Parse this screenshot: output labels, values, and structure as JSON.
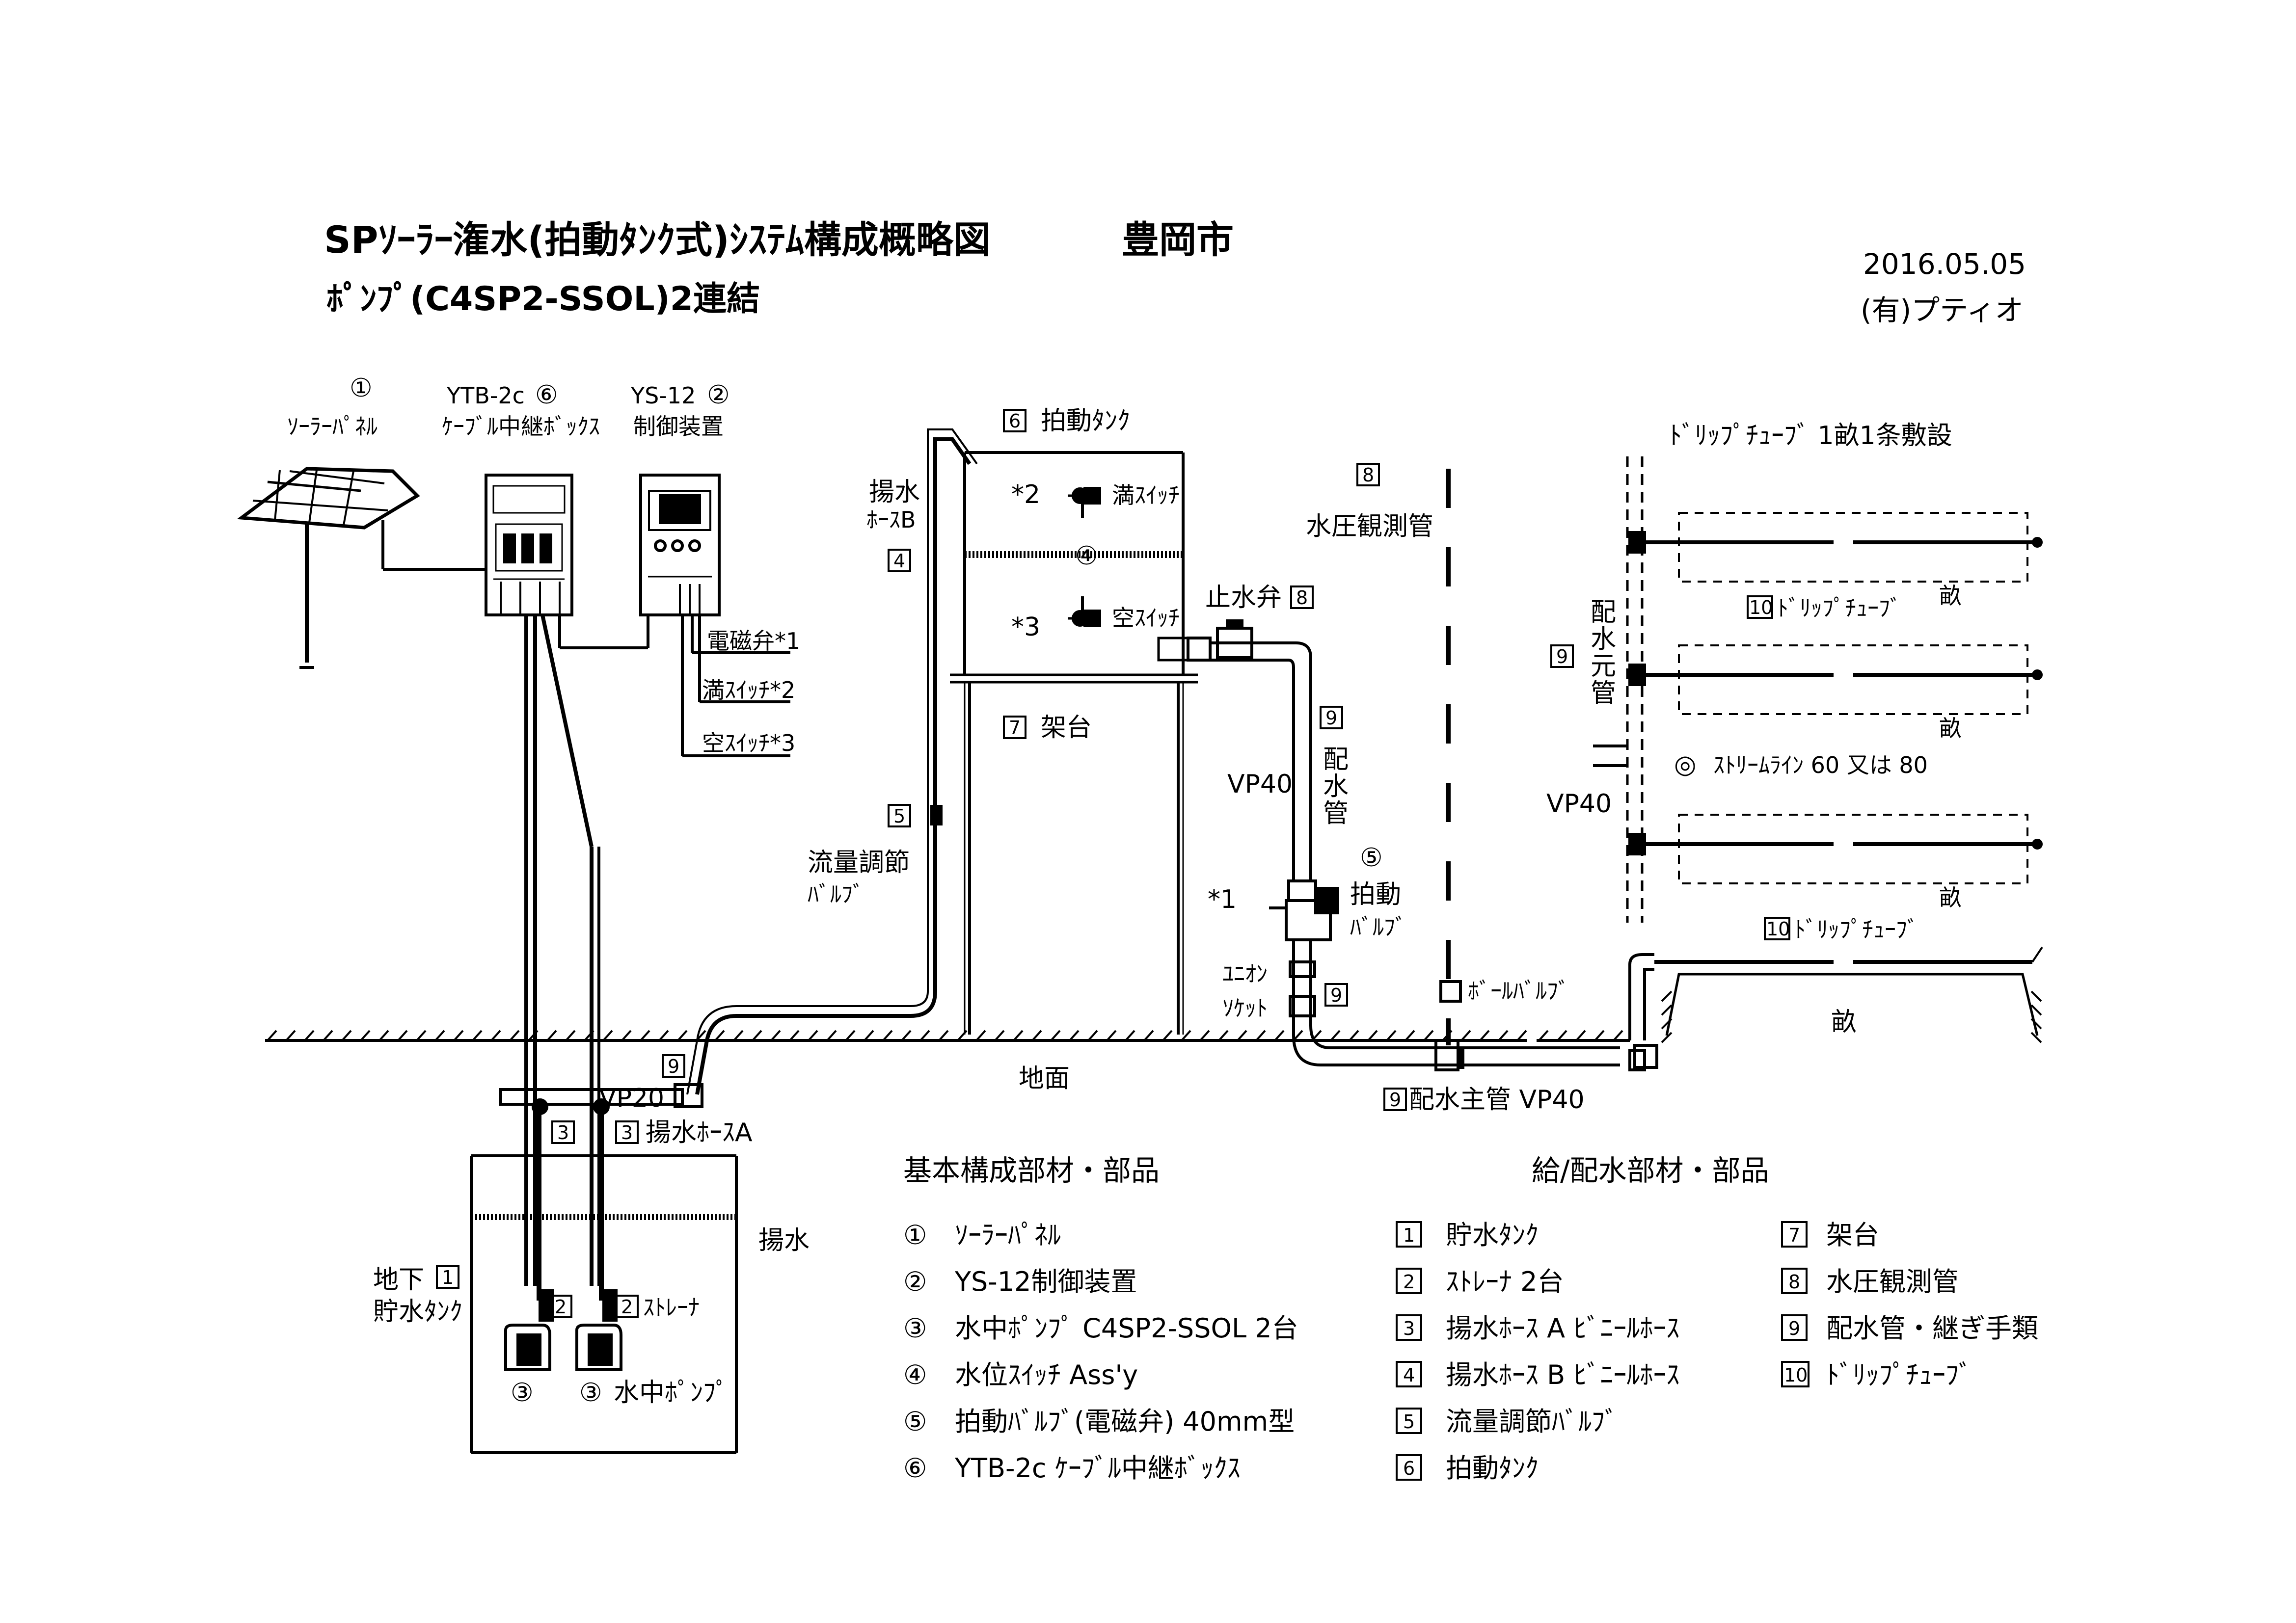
{
  "header": {
    "title": "SPｿｰﾗｰ潅水(拍動ﾀﾝｸ式)ｼｽﾃﾑ構成概略図",
    "city": "豊岡市",
    "subtitle": "ﾎﾟﾝﾌﾟ(C4SP2-SSOL)2連結",
    "date": "2016.05.05",
    "company": "(有)プティオ"
  },
  "labels": {
    "circle1": "①",
    "solar_panel": "ｿｰﾗｰﾊﾟﾈﾙ",
    "ytb_model": "YTB-2c",
    "circle6": "⑥",
    "cable_box": "ｹｰﾌﾞﾙ中継ﾎﾞｯｸｽ",
    "ys_model": "YS-12",
    "circle2": "②",
    "controller": "制御装置",
    "solenoid": "電磁弁*1",
    "full_switch_out": "満ｽｲｯﾁ*2",
    "empty_switch_out": "空ｽｲｯﾁ*3",
    "pump_hose_b_1": "揚水",
    "pump_hose_b_2": "ﾎｰｽB",
    "no4": "4",
    "no6": "6",
    "pulse_tank": "拍動ﾀﾝｸ",
    "star2": "*2",
    "full_switch": "満ｽｲｯﾁ",
    "circle4": "④",
    "star3": "*3",
    "empty_switch": "空ｽｲｯﾁ",
    "no7": "7",
    "stand": "架台",
    "no5": "5",
    "flow_valve_1": "流量調節",
    "flow_valve_2": "ﾊﾞﾙﾌﾞ",
    "stop_valve": "止水弁",
    "no8a": "8",
    "no8b": "8",
    "pressure_tube": "水圧観測管",
    "no9a": "9",
    "vp40a": "VP40",
    "dist_pipe_v": [
      "配",
      "水",
      "管"
    ],
    "circle5": "⑤",
    "pulse_valve_1": "拍動",
    "pulse_valve_2": "ﾊﾞﾙﾌﾞ",
    "star1": "*1",
    "union_1": "ﾕﾆｵﾝ",
    "union_2": "ｿｹｯﾄ",
    "no9b": "9",
    "ball_valve": "ﾎﾞｰﾙﾊﾞﾙﾌﾞ",
    "ground": "地面",
    "vp20": "VP20",
    "no9c": "9",
    "no9d": "9",
    "main_pipe": "配水主管 VP40",
    "no3a": "3",
    "no3b": "3",
    "pump_hose_a": "揚水ﾎｰｽA",
    "pumping": "揚水",
    "tank_1": "地下",
    "no1": "1",
    "tank_2": "貯水ﾀﾝｸ",
    "no2a": "2",
    "no2b": "2",
    "strainer": "ｽﾄﾚｰﾅ",
    "circle3a": "③",
    "circle3b": "③",
    "sub_pump": "水中ﾎﾟﾝﾌﾟ",
    "drip_title": "ﾄﾞﾘｯﾌﾟﾁｭｰﾌﾞ 1畝1条敷設",
    "no10a": "10",
    "drip_tube_a": "ﾄﾞﾘｯﾌﾟﾁｭｰﾌﾞ",
    "no9e": "9",
    "dist_main_v": [
      "配",
      "水",
      "元",
      "管"
    ],
    "vp40b": "VP40",
    "stream_mark": "◎",
    "streamline": "ｽﾄﾘｰﾑﾗｲﾝ 60 又は 80",
    "ridge1": "畝",
    "ridge2": "畝",
    "ridge3": "畝",
    "no10b": "10",
    "drip_tube_b": "ﾄﾞﾘｯﾌﾟﾁｭｰﾌﾞ",
    "ridge4": "畝"
  },
  "legend_basic": {
    "heading": "基本構成部材・部品",
    "items": [
      {
        "no": "①",
        "text": "ｿｰﾗｰﾊﾟﾈﾙ"
      },
      {
        "no": "②",
        "text": "YS-12制御装置"
      },
      {
        "no": "③",
        "text": "水中ﾎﾟﾝﾌﾟ C4SP2-SSOL 2台"
      },
      {
        "no": "④",
        "text": "水位ｽｲｯﾁ Ass'y"
      },
      {
        "no": "⑤",
        "text": "拍動ﾊﾞﾙﾌﾞ(電磁弁) 40mm型"
      },
      {
        "no": "⑥",
        "text": "YTB-2c ｹｰﾌﾞﾙ中継ﾎﾞｯｸｽ"
      }
    ]
  },
  "legend_supply": {
    "heading": "給/配水部材・部品",
    "col1": [
      {
        "no": "1",
        "text": "貯水ﾀﾝｸ"
      },
      {
        "no": "2",
        "text": "ｽﾄﾚｰﾅ 2台"
      },
      {
        "no": "3",
        "text": "揚水ﾎｰｽ A ﾋﾞﾆｰﾙﾎｰｽ"
      },
      {
        "no": "4",
        "text": "揚水ﾎｰｽ B ﾋﾞﾆｰﾙﾎｰｽ"
      },
      {
        "no": "5",
        "text": "流量調節ﾊﾞﾙﾌﾞ"
      },
      {
        "no": "6",
        "text": "拍動ﾀﾝｸ"
      }
    ],
    "col2": [
      {
        "no": "7",
        "text": "架台"
      },
      {
        "no": "8",
        "text": "水圧観測管"
      },
      {
        "no": "9",
        "text": "配水管・継ぎ手類"
      },
      {
        "no": "10",
        "text": "ﾄﾞﾘｯﾌﾟﾁｭｰﾌﾞ"
      }
    ]
  }
}
